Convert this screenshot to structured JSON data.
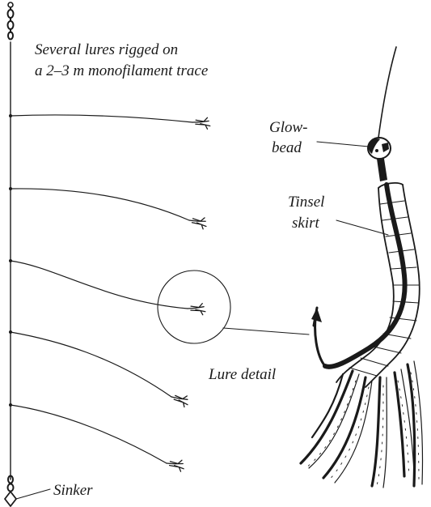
{
  "labels": {
    "caption_line1": "Several lures rigged on",
    "caption_line2": "a 2–3 m monofilament trace",
    "glow_line1": "Glow-",
    "glow_line2": "bead",
    "tinsel_line1": "Tinsel",
    "tinsel_line2": "skirt",
    "lure_detail": "Lure detail",
    "sinker": "Sinker"
  },
  "colors": {
    "ink": "#1a1a1a",
    "background": "#ffffff"
  }
}
